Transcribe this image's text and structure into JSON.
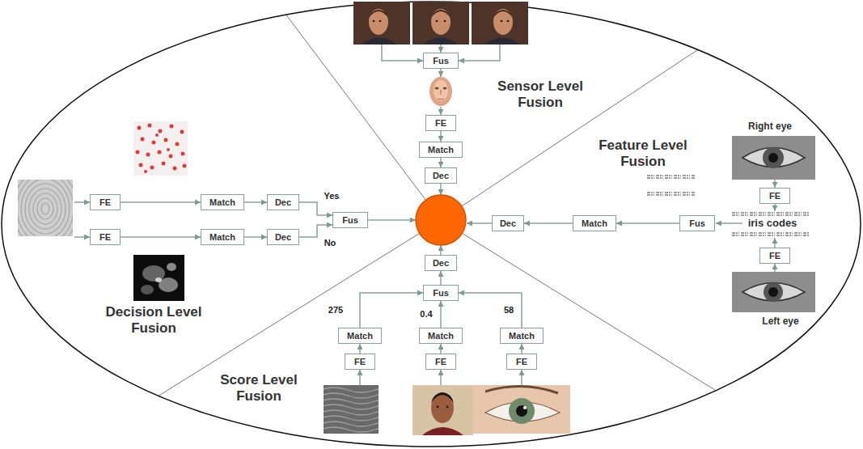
{
  "diagram": {
    "nodes": [
      {
        "text": [
          "Fus"
        ]
      },
      {
        "text": [
          "FE"
        ]
      },
      {
        "text": [
          "Match"
        ]
      },
      {
        "text": [
          "Dec"
        ]
      },
      {
        "text": [
          "FE"
        ]
      },
      {
        "text": [
          "FE"
        ]
      },
      {
        "text": [
          "Fus"
        ]
      },
      {
        "text": [
          "Match"
        ]
      },
      {
        "text": [
          "Dec"
        ]
      },
      {
        "text": [
          "FE"
        ]
      },
      {
        "text": [
          "FE"
        ]
      },
      {
        "text": [
          "FE"
        ]
      },
      {
        "text": [
          "Match"
        ]
      },
      {
        "text": [
          "Match"
        ]
      },
      {
        "text": [
          "Match"
        ]
      },
      {
        "text": [
          "Fus"
        ]
      },
      {
        "text": [
          "Dec"
        ]
      },
      {
        "text": [
          "FE"
        ]
      },
      {
        "text": [
          "Match"
        ]
      },
      {
        "text": [
          "Dec"
        ]
      },
      {
        "text": [
          "FE"
        ]
      },
      {
        "text": [
          "Match"
        ]
      },
      {
        "text": [
          "Dec"
        ]
      },
      {
        "text": [
          "Fus"
        ]
      }
    ],
    "edges": [
      {
        "from": 1,
        "to": 2,
        "arrow": "to"
      },
      {
        "from": 2,
        "to": 3,
        "arrow": "to"
      },
      {
        "from": 6,
        "to": 7,
        "arrow": "to"
      },
      {
        "from": 7,
        "to": 8,
        "arrow": "to"
      },
      {
        "from": 9,
        "to": 12,
        "arrow": "to"
      },
      {
        "from": 10,
        "to": 13,
        "arrow": "to"
      },
      {
        "from": 11,
        "to": 14,
        "arrow": "to"
      },
      {
        "from": 12,
        "to": 15,
        "label": "275",
        "arrow": "to"
      },
      {
        "from": 13,
        "to": 15,
        "label": "0.4",
        "arrow": "to"
      },
      {
        "from": 14,
        "to": 15,
        "label": "58",
        "arrow": "to"
      },
      {
        "from": 15,
        "to": 16,
        "arrow": "to"
      },
      {
        "from": 17,
        "to": 18,
        "arrow": "to"
      },
      {
        "from": 18,
        "to": 19,
        "arrow": "to"
      },
      {
        "from": 19,
        "to": 23,
        "label": "Yes",
        "arrow": "to"
      },
      {
        "from": 20,
        "to": 21,
        "arrow": "to"
      },
      {
        "from": 21,
        "to": 22,
        "arrow": "to"
      },
      {
        "from": 22,
        "to": 23,
        "label": "No",
        "arrow": "to"
      }
    ],
    "labels": [
      "Sensor Level Fusion",
      "Feature Level Fusion",
      "Right eye",
      "iris codes",
      "Left eye",
      "Score Level Fusion",
      "Decision Level Fusion"
    ]
  }
}
